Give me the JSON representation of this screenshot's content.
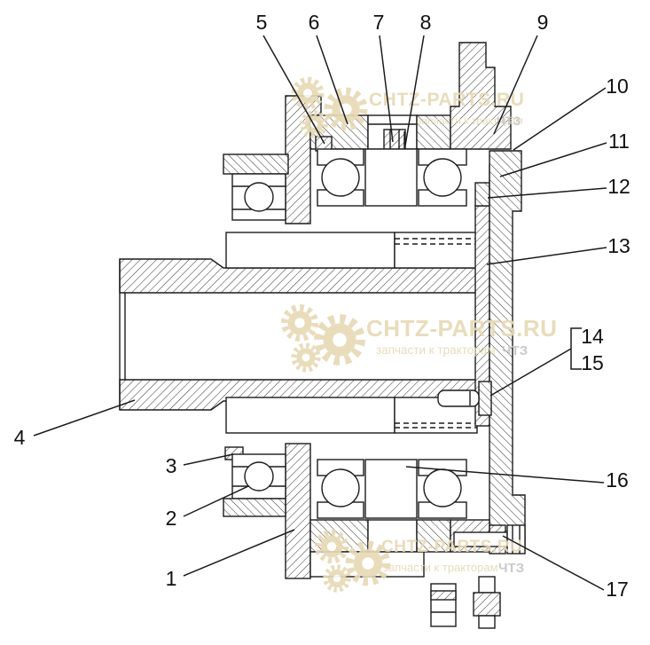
{
  "figure": {
    "type": "technical-drawing",
    "subject": "Hub bearing assembly cross-section with numbered part callouts",
    "background_color": "#ffffff",
    "line_color": "#1c1c1c"
  },
  "callouts": [
    {
      "label": "1"
    },
    {
      "label": "2"
    },
    {
      "label": "3"
    },
    {
      "label": "4"
    },
    {
      "label": "5"
    },
    {
      "label": "6"
    },
    {
      "label": "7"
    },
    {
      "label": "8"
    },
    {
      "label": "9"
    },
    {
      "label": "10"
    },
    {
      "label": "11"
    },
    {
      "label": "12"
    },
    {
      "label": "13"
    },
    {
      "label": "14"
    },
    {
      "label": "15"
    },
    {
      "label": "16"
    },
    {
      "label": "17"
    }
  ],
  "watermark": {
    "brand": "CHTZ-PARTS.RU",
    "tagline": "запчасти к тракторам",
    "org": "ЧТЗ",
    "color": "#e7d9b5",
    "org_color": "#c6c6c6"
  }
}
